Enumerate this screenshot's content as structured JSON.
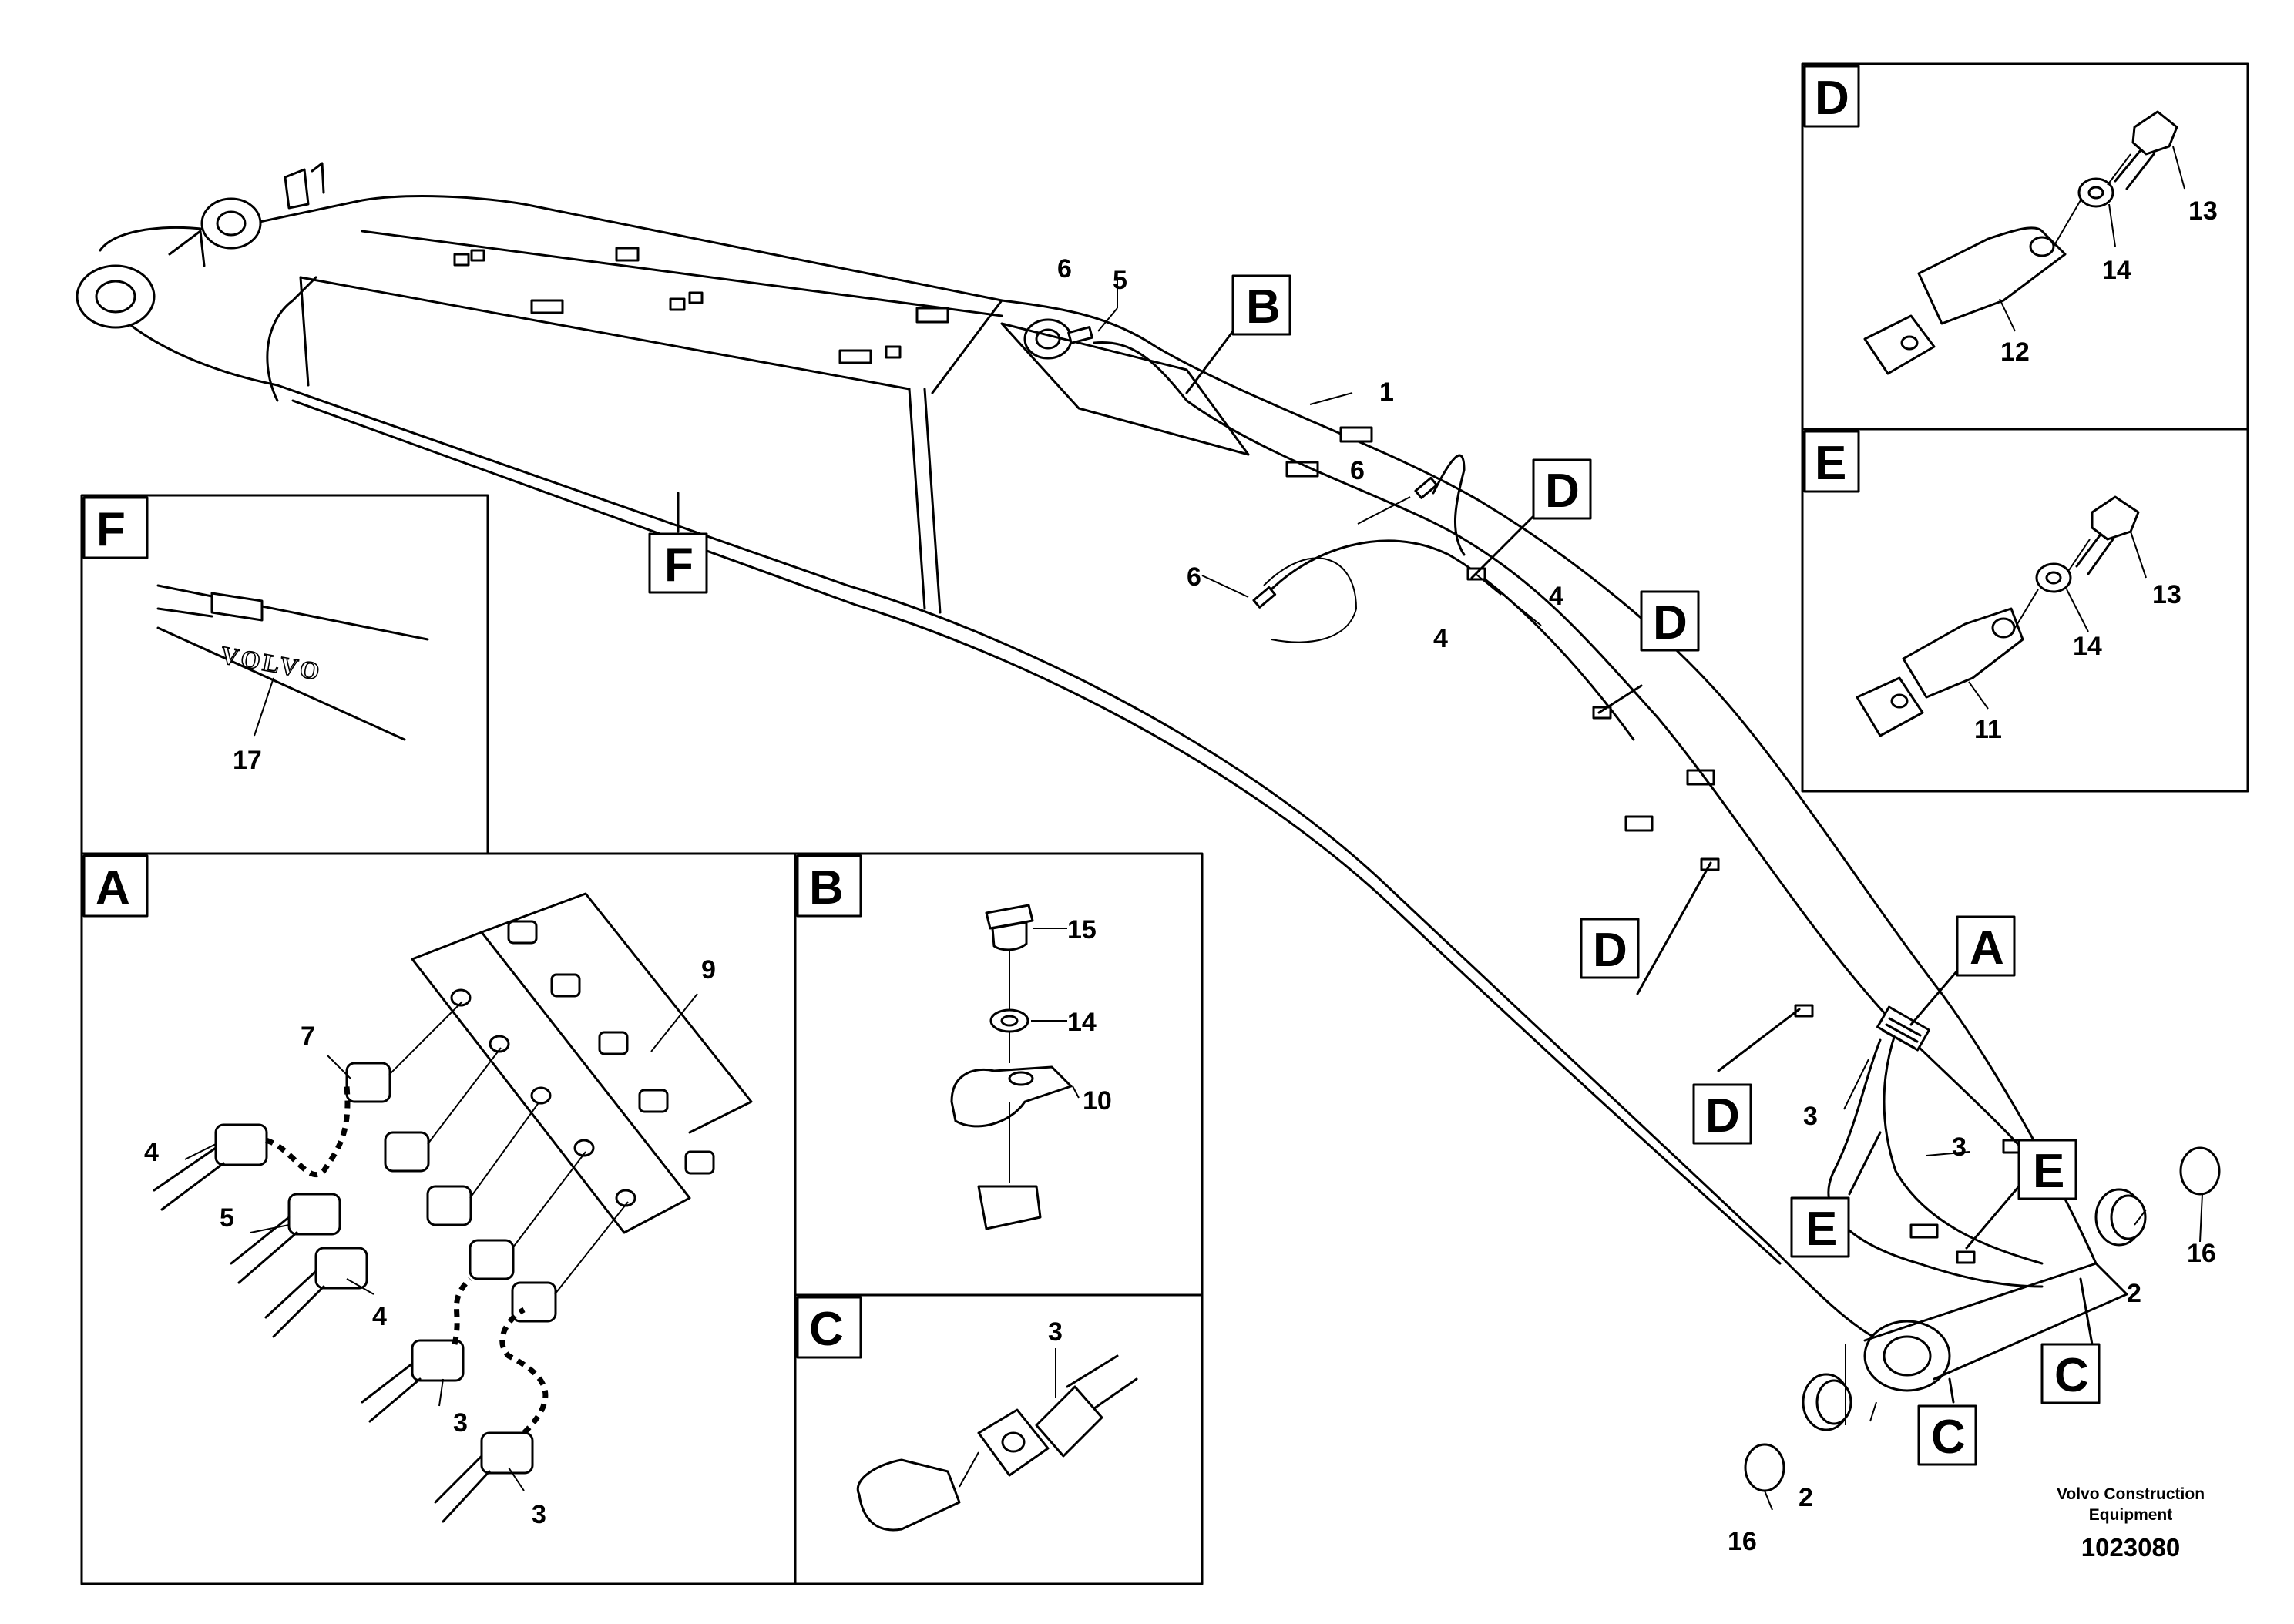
{
  "figure": {
    "callouts": {
      "n1": "1",
      "n2a": "2",
      "n2b": "2",
      "n3a": "3",
      "n3b": "3",
      "n4a": "4",
      "n4b": "4",
      "n5": "5",
      "n6a": "6",
      "n6b": "6",
      "n6c": "6",
      "n16a": "16",
      "n16b": "16"
    },
    "view_refs": {
      "A": "A",
      "B": "B",
      "C1": "C",
      "C2": "C",
      "D1": "D",
      "D2": "D",
      "D3": "D",
      "D4": "D",
      "E": "E",
      "F": "F"
    },
    "footer": {
      "credit_line1": "Volvo Construction",
      "credit_line2": "Equipment",
      "doc_number": "1023080"
    }
  },
  "details": {
    "D": {
      "label": "D",
      "parts": [
        "13",
        "14",
        "12"
      ]
    },
    "E": {
      "label": "E",
      "parts": [
        "13",
        "14",
        "11"
      ]
    },
    "F": {
      "label": "F",
      "logo_text": "VOLVO",
      "parts": [
        "17"
      ]
    },
    "A": {
      "label": "A",
      "parts": [
        "9",
        "7",
        "4",
        "5",
        "4",
        "3",
        "3"
      ]
    },
    "B": {
      "label": "B",
      "parts": [
        "15",
        "14",
        "10"
      ]
    },
    "C": {
      "label": "C",
      "parts": [
        "3"
      ]
    }
  },
  "icons": [
    "boom-drawing-icon",
    "hose-fitting-icon",
    "bolt-icon",
    "washer-icon",
    "clamp-icon"
  ]
}
